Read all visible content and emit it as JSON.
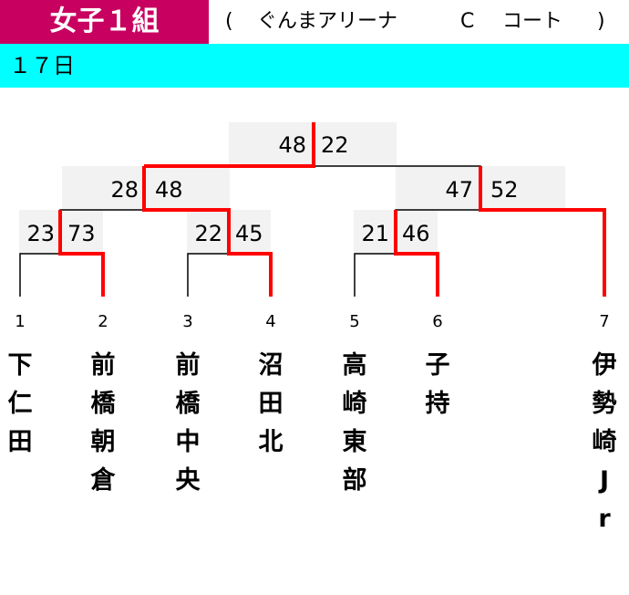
{
  "header": {
    "title": "女子１組",
    "venue_open": "(",
    "venue_name": "ぐんまアリーナ",
    "court_letter": "C",
    "court_word": "コート",
    "venue_close": ")",
    "day": "１７日"
  },
  "colors": {
    "title_bg": "#c8005f",
    "day_bg": "#00ffff",
    "winner_line": "#ff0000",
    "score_bg": "#f2f2f2"
  },
  "bracket": {
    "final": {
      "left_score": "48",
      "right_score": "22"
    },
    "semifinal_left": {
      "left_score": "28",
      "right_score": "48"
    },
    "semifinal_right": {
      "left_score": "47",
      "right_score": "52"
    },
    "first_round": [
      {
        "left_score": "23",
        "right_score": "73"
      },
      {
        "left_score": "22",
        "right_score": "45"
      },
      {
        "left_score": "21",
        "right_score": "46"
      }
    ]
  },
  "teams": [
    {
      "number": "1",
      "chars": [
        "下",
        "仁",
        "田"
      ]
    },
    {
      "number": "2",
      "chars": [
        "前",
        "橋",
        "朝",
        "倉"
      ]
    },
    {
      "number": "3",
      "chars": [
        "前",
        "橋",
        "中",
        "央"
      ]
    },
    {
      "number": "4",
      "chars": [
        "沼",
        "田",
        "北"
      ]
    },
    {
      "number": "5",
      "chars": [
        "高",
        "崎",
        "東",
        "部"
      ]
    },
    {
      "number": "6",
      "chars": [
        "子",
        "持"
      ]
    },
    {
      "number": "7",
      "chars": [
        "伊",
        "勢",
        "崎",
        "J",
        "r"
      ]
    }
  ]
}
